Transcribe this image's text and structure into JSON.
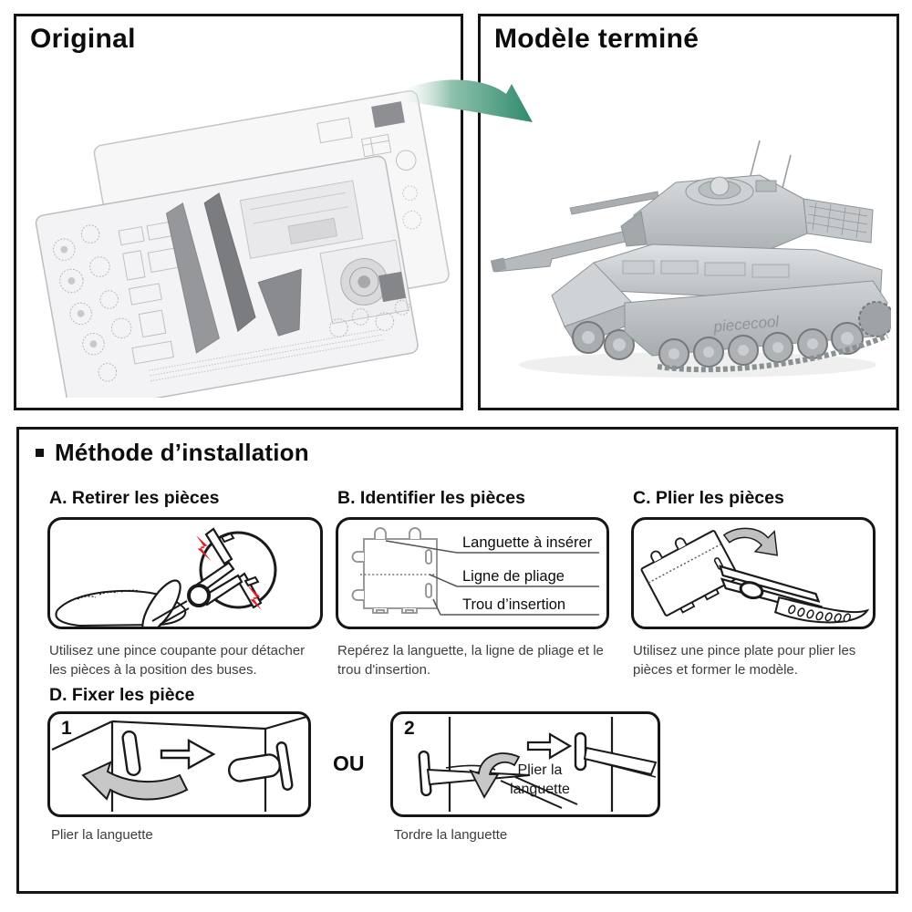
{
  "panels": {
    "original": {
      "title": "Original"
    },
    "finished": {
      "title": "Modèle terminé",
      "brand_on_model": "piececool"
    },
    "arrow_color": "#2e8a6c"
  },
  "installation": {
    "title": "Méthode d’installation",
    "steps": [
      {
        "letter": "A",
        "heading": "A. Retirer les pièces",
        "caption": "Utilisez une pince coupante pour détacher les pièces à la position des buses."
      },
      {
        "letter": "B",
        "heading": "B. Identifier les pièces",
        "caption": "Repérez la languette, la ligne de pliage et le trou d'insertion.",
        "part_labels": [
          "Languette à insérer",
          "Ligne de pliage",
          "Trou d’insertion"
        ]
      },
      {
        "letter": "C",
        "heading": "C. Plier les pièces",
        "caption": "Utilisez une pince plate pour plier les pièces et former le modèle."
      },
      {
        "letter": "D",
        "heading": "D. Fixer les pièce",
        "or_label": "OU",
        "options": [
          {
            "number": "1",
            "caption": "Plier la languette"
          },
          {
            "number": "2",
            "caption": "Tordre la languette",
            "inner_label": "Plier la languette"
          }
        ]
      }
    ]
  },
  "colors": {
    "spark_red": "#e31e25",
    "fold_arrow_gray": "#c7c7c7"
  }
}
